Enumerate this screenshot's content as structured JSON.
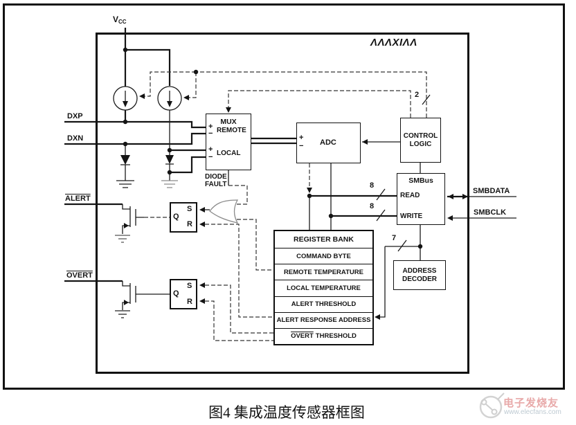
{
  "figure": {
    "caption": "图4 集成温度传感器框图"
  },
  "brand": {
    "logo": "ΛΛΛXIΛΛ"
  },
  "pins": {
    "vcc_main": "V",
    "vcc_sub": "CC",
    "dxp": "DXP",
    "dxn": "DXN",
    "alert": "ALERT",
    "overt": "OVERT",
    "smbdata": "SMBDATA",
    "smbclk": "SMBCLK"
  },
  "buses": {
    "read_width": "8",
    "write_width": "8",
    "addr_width": "7",
    "ctrl_width": "2"
  },
  "blocks": {
    "mux": {
      "title": "MUX",
      "plus": "+",
      "minus": "−",
      "remote": "REMOTE",
      "local": "LOCAL"
    },
    "adc": {
      "label": "ADC",
      "plus": "+",
      "minus": "−"
    },
    "control_logic": {
      "line1": "CONTROL",
      "line2": "LOGIC"
    },
    "smbus": {
      "title": "SMBus",
      "read": "READ",
      "write": "WRITE"
    },
    "address_decoder": {
      "line1": "ADDRESS",
      "line2": "DECODER"
    },
    "register_bank": {
      "header": "REGISTER BANK",
      "rows": [
        "COMMAND BYTE",
        "REMOTE TEMPERATURE",
        "LOCAL TEMPERATURE",
        "ALERT THRESHOLD",
        "ALERT RESPONSE ADDRESS"
      ],
      "overt_row": {
        "word": "OVERT",
        "rest": "THRESHOLD"
      }
    },
    "latch": {
      "q": "Q",
      "s": "S",
      "r": "R"
    }
  },
  "annotations": {
    "diode_fault_line1": "DIODE",
    "diode_fault_line2": "FAULT"
  },
  "watermark": {
    "site_name": "电子发烧友",
    "site_url": "www.elecfans.com"
  },
  "colors": {
    "ink": "#141414",
    "watermark_red": "#e8a9a9",
    "watermark_grey": "#becad2"
  }
}
